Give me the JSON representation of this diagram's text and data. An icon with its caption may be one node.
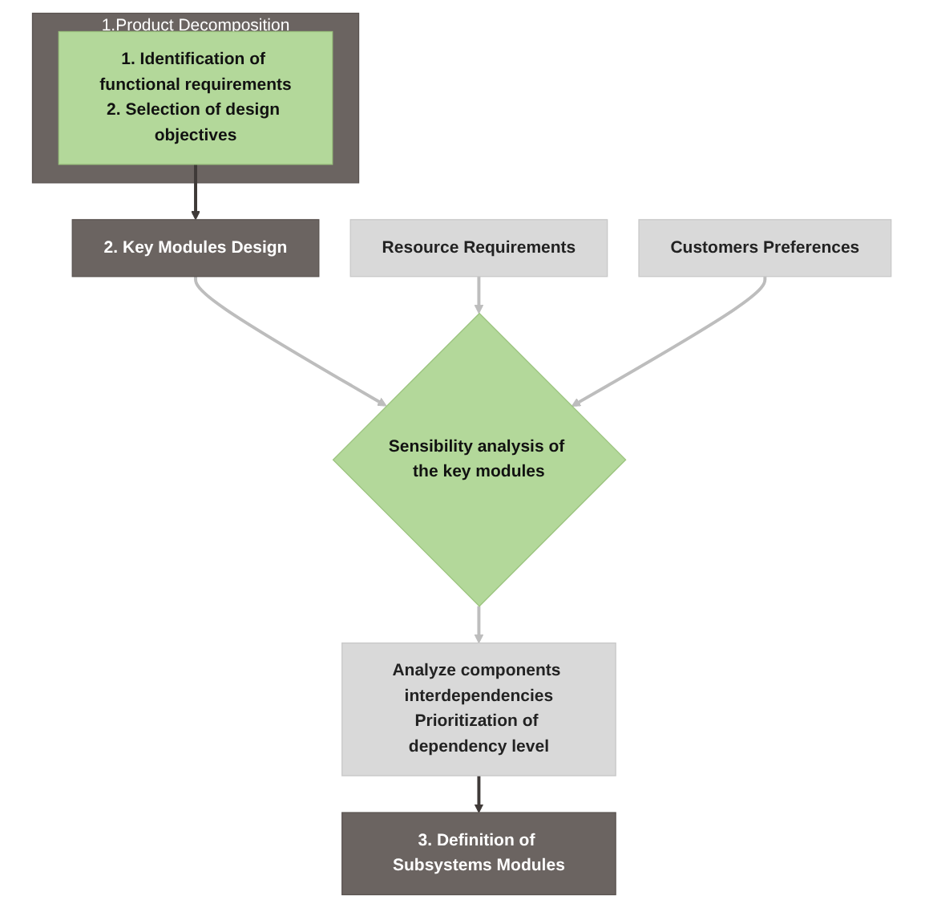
{
  "diagram": {
    "nodes": [
      {
        "text": [
          "1.Product Decomposition"
        ]
      },
      {
        "text": [
          "1. Identification of functional requirements",
          "2. Selection of design objectives"
        ],
        "in": 0
      },
      {
        "text": [
          "2. Key Modules Design"
        ]
      },
      {
        "text": [
          "Resource Requirements"
        ]
      },
      {
        "text": [
          "Sensibility analysis of the key modules"
        ]
      },
      {
        "text": [
          "Customers Preferences"
        ]
      },
      {
        "text": [
          "Analyze components interdependencies",
          "Prioritization of dependency level"
        ]
      },
      {
        "text": [
          "3. Definition of Subsystems Modules"
        ]
      }
    ],
    "edges": [
      {
        "from": 1,
        "to": 2,
        "arrow": "to",
        "color": "#3f3a38"
      },
      {
        "from": 2,
        "to": 4,
        "arrow": "to"
      },
      {
        "from": 3,
        "to": 4,
        "arrow": "to"
      },
      {
        "from": 5,
        "to": 4,
        "arrow": "to"
      },
      {
        "from": 4,
        "to": 6,
        "arrow": "to"
      },
      {
        "from": 6,
        "to": 7,
        "arrow": "to",
        "color": "#3f3a38"
      }
    ]
  }
}
